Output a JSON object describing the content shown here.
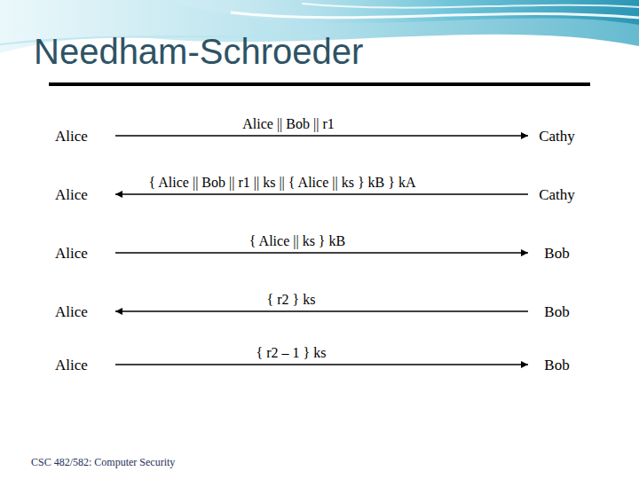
{
  "diagram": {
    "title": "Needham-Schroeder",
    "nodes": [
      {
        "text": [
          "Alice"
        ]
      },
      {
        "text": [
          "Cathy"
        ]
      },
      {
        "text": [
          "Alice"
        ]
      },
      {
        "text": [
          "Cathy"
        ]
      },
      {
        "text": [
          "Alice"
        ]
      },
      {
        "text": [
          "Bob"
        ]
      },
      {
        "text": [
          "Alice"
        ]
      },
      {
        "text": [
          "Bob"
        ]
      },
      {
        "text": [
          "Alice"
        ]
      },
      {
        "text": [
          "Bob"
        ]
      }
    ],
    "edges": [
      {
        "from": 0,
        "to": 1,
        "arrow": "to",
        "label": "Alice || Bob || r1"
      },
      {
        "from": 3,
        "to": 2,
        "arrow": "to",
        "label": "{ Alice || Bob || r1 || ks || { Alice || ks } kB } kA"
      },
      {
        "from": 4,
        "to": 5,
        "arrow": "to",
        "label": "{ Alice || ks } kB"
      },
      {
        "from": 7,
        "to": 6,
        "arrow": "to",
        "label": "{ r2 } ks"
      },
      {
        "from": 8,
        "to": 9,
        "arrow": "to",
        "label": "{ r2 – 1 } ks"
      }
    ],
    "labels": [
      "CSC 482/582: Computer Security"
    ]
  }
}
